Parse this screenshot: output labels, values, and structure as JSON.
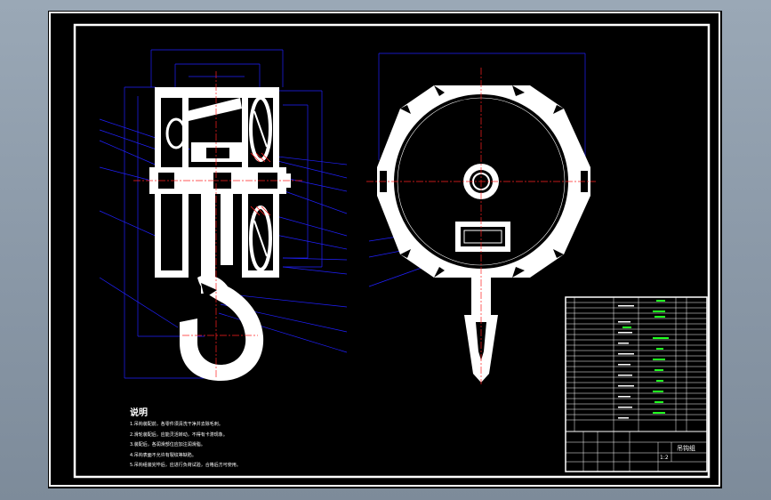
{
  "drawing": {
    "notes_title": "说明",
    "notes": [
      "1.吊钩装配前，各零件须清洗干净并去除毛刺。",
      "2.滑轮装配后，应能灵活转动，不得有卡滞现象。",
      "3.装配后，各润滑部位应加注润滑脂。",
      "4.吊钩表面不允许有裂纹等缺陷。",
      "5.吊钩组装完毕后，应进行负荷试验，合格后方可使用。"
    ],
    "title_block": {
      "drawing_name": "吊钩组",
      "scale": "1:2"
    },
    "colors": {
      "background": "#000000",
      "part_fill": "#ffffff",
      "dimension": "#0000ff",
      "centerline": "#ff0000",
      "table_text": "#00ff00"
    }
  }
}
